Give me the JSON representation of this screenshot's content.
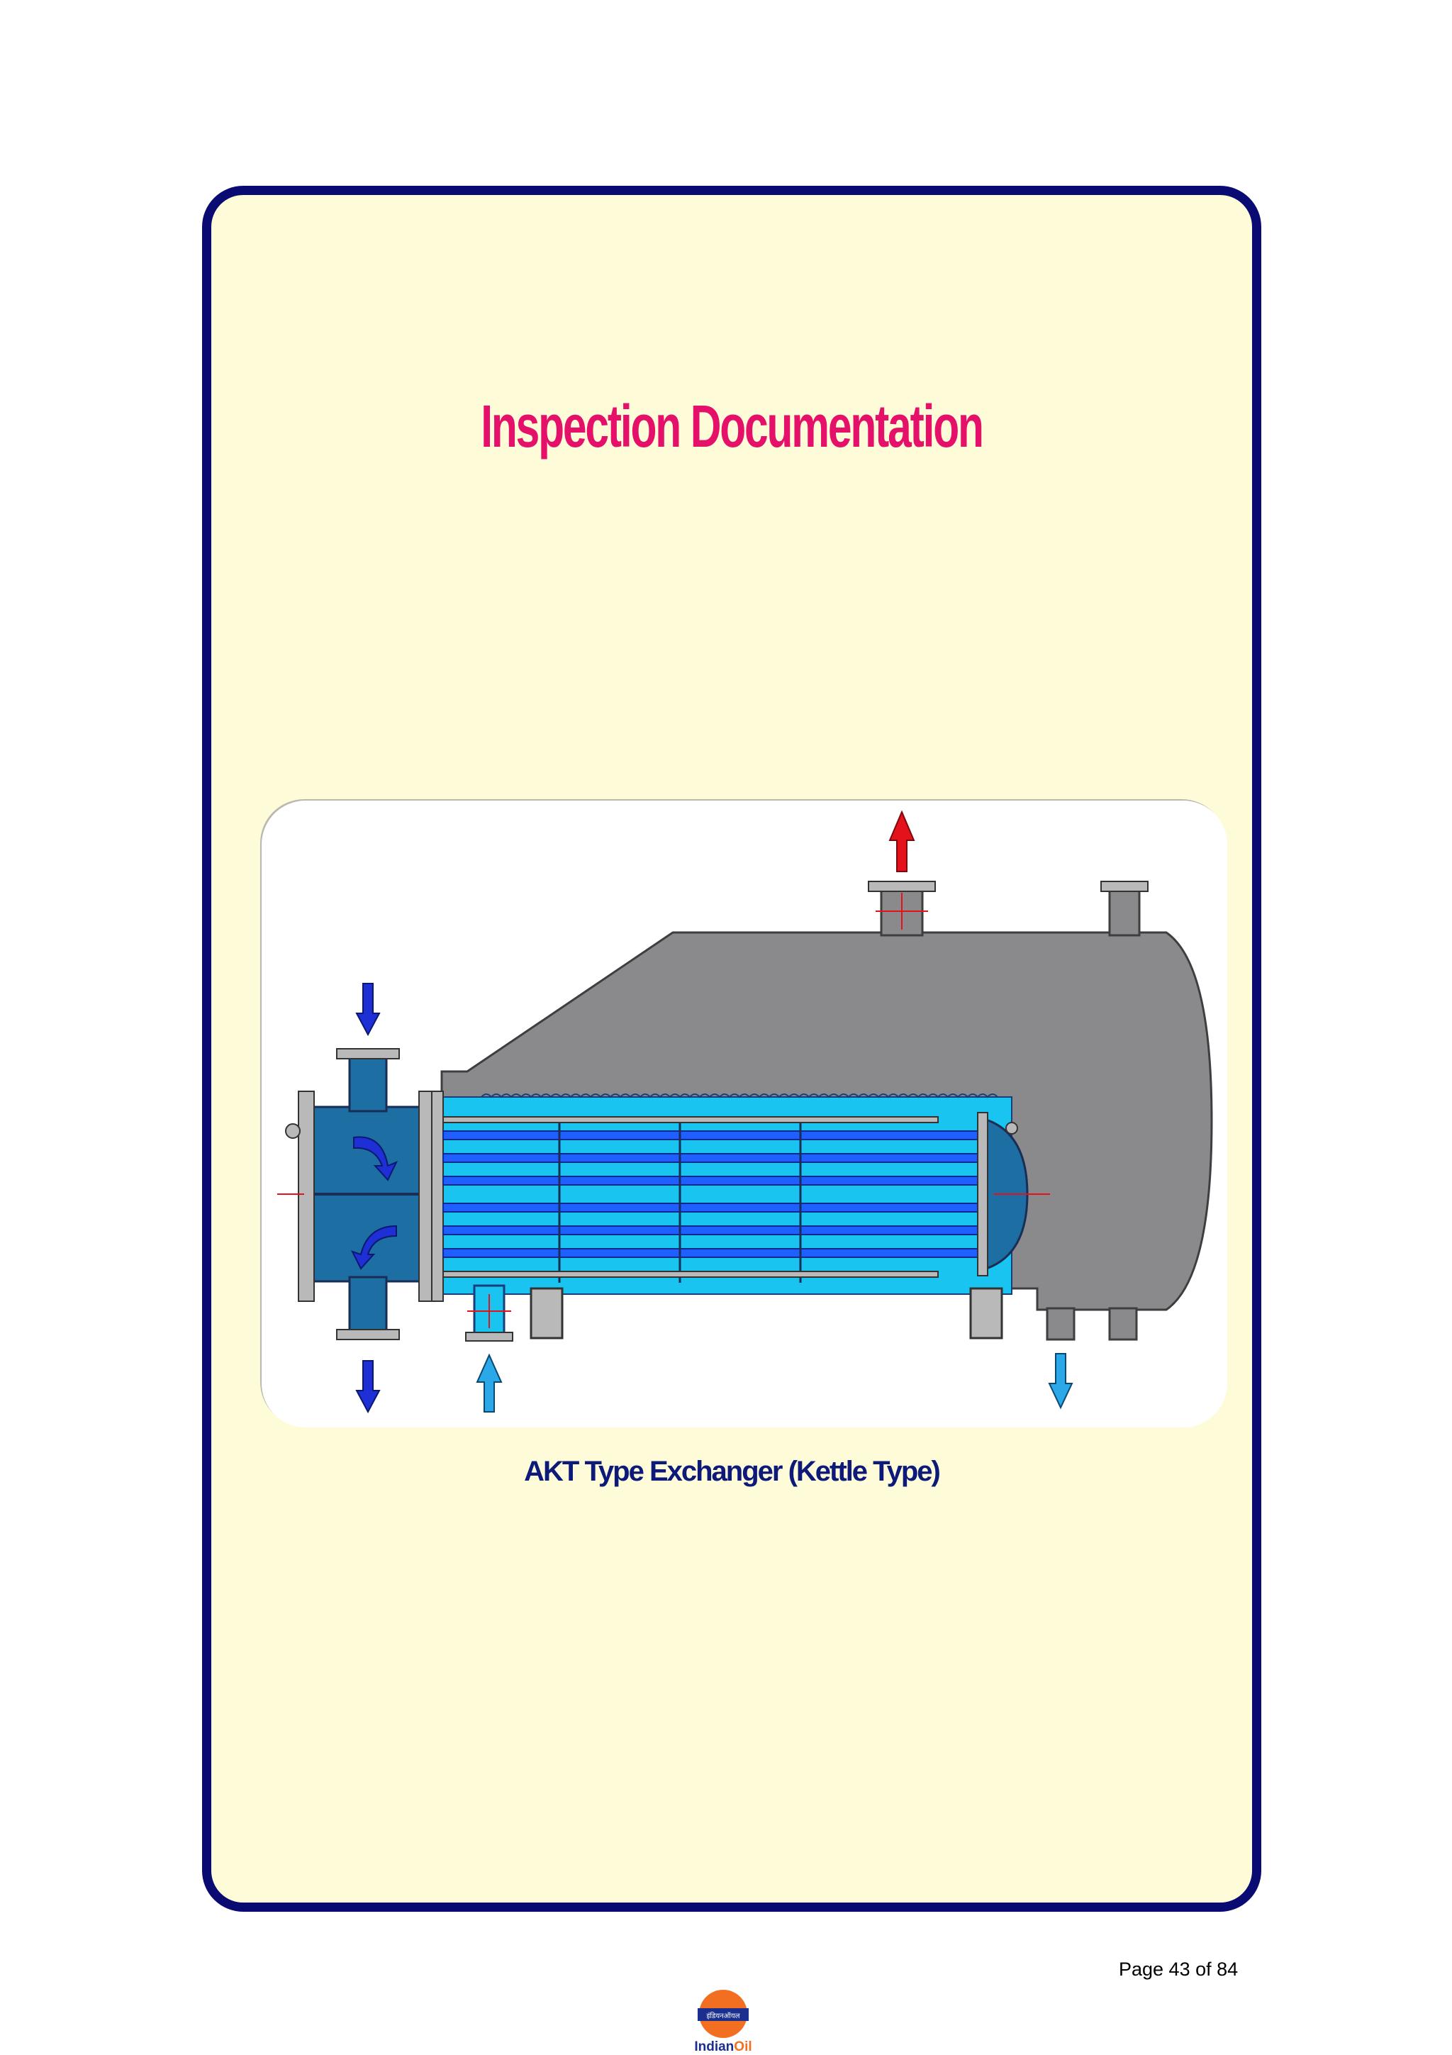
{
  "page": {
    "title": "Inspection Documentation",
    "caption": "AKT Type Exchanger (Kettle Type)",
    "page_number": "Page 43 of 84"
  },
  "logo": {
    "name_part1": "Indian",
    "name_part2": "Oil",
    "emblem_text": "इंडियनऑयल"
  },
  "diagram": {
    "colors": {
      "shell": "#8a8a8c",
      "tube_side": "#1d6ea3",
      "shell_fluid": "#19c4f1",
      "tubes": "#1f5fff",
      "flow_arrow": "#1e2fd6",
      "vapor_arrow": "#e4121b",
      "inlet_arrow": "#2aa8e8"
    }
  },
  "colors": {
    "frame_border": "#0a0a73",
    "frame_fill": "#fefcd8",
    "title": "#e4106a",
    "caption": "#0d1a7a"
  }
}
